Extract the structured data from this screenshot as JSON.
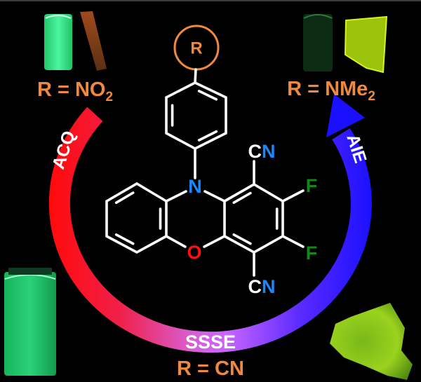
{
  "colors": {
    "background": "#000000",
    "label_orange": "#f0893f",
    "nitrogen_blue": "#1a86ff",
    "fluorine_green": "#13881a",
    "oxygen_red": "#ff1010",
    "arc_start_red": "#ff0a0a",
    "arc_mid_violet": "#c865ff",
    "arc_end_blue": "#1a10ff"
  },
  "labels": {
    "nitro": {
      "prefix": "R = NO",
      "sub": "2"
    },
    "dimethylamino": {
      "prefix": "R = NMe",
      "sub": "2"
    },
    "cyano": "R = CN"
  },
  "arc_labels": {
    "left": "ACQ",
    "bottom": "SSSE",
    "right": "AIE"
  },
  "molecule": {
    "substituent": "R",
    "nitrogen": "N",
    "oxygen": "O",
    "cyano_top": {
      "c": "C",
      "n": "N"
    },
    "cyano_bottom": {
      "c": "C",
      "n": "N"
    },
    "fluorine_top": "F",
    "fluorine_bottom": "F"
  }
}
